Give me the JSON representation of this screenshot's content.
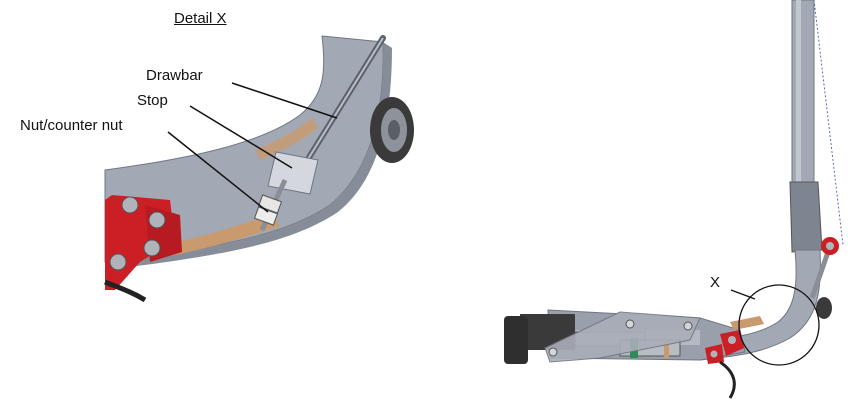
{
  "detail": {
    "title": "Detail X",
    "callouts": {
      "drawbar": "Drawbar",
      "stop": "Stop",
      "nut": "Nut/counter nut"
    }
  },
  "overview": {
    "marker": "X"
  },
  "colors": {
    "frame": "#a3a9b4",
    "frame_dark": "#7e8591",
    "frame_light": "#c2c7cf",
    "accent_red": "#cc1f25",
    "wood": "#c99a6e",
    "tire": "#3a3a3a",
    "line": "#111111"
  }
}
